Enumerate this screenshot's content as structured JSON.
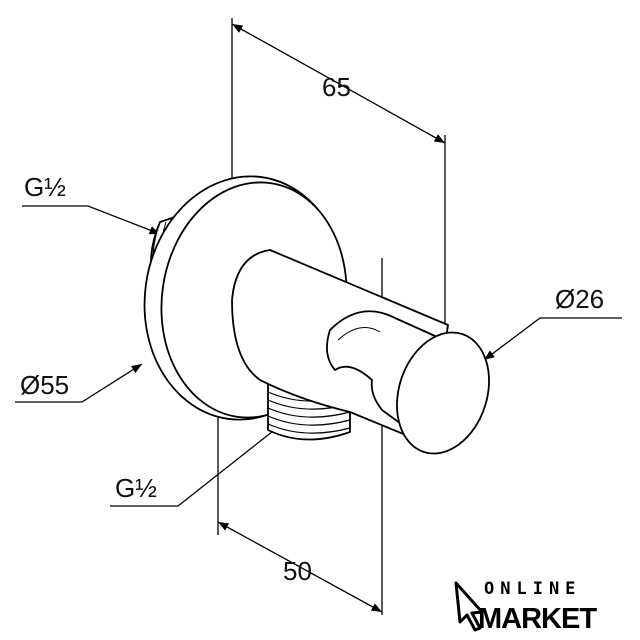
{
  "dimensions": {
    "total_depth": "65",
    "outlet_offset": "50",
    "flange_diameter": "Ø55",
    "holder_diameter": "Ø26",
    "inlet_thread": "G½",
    "outlet_thread": "G½"
  },
  "logo": {
    "line1": "ONLINE",
    "line2": "MARKET"
  }
}
